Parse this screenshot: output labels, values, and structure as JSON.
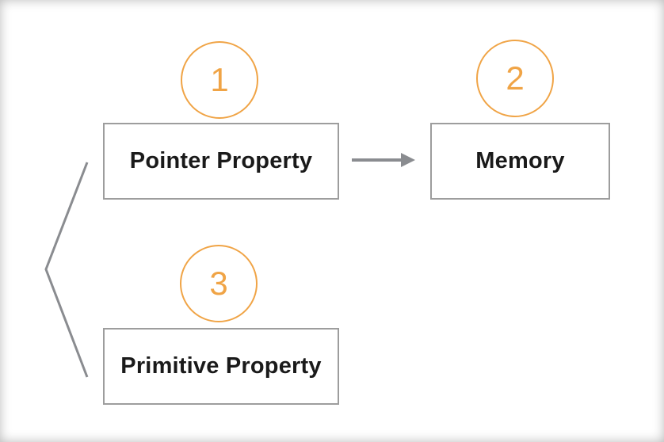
{
  "diagram": {
    "nodes": {
      "pointer_property": "Pointer Property",
      "memory": "Memory",
      "primitive_property": "Primitive Property"
    },
    "markers": {
      "one": "1",
      "two": "2",
      "three": "3"
    },
    "colors": {
      "marker": "#f0a446",
      "box_border": "#9d9d9d",
      "connector": "#8a8c90"
    }
  }
}
